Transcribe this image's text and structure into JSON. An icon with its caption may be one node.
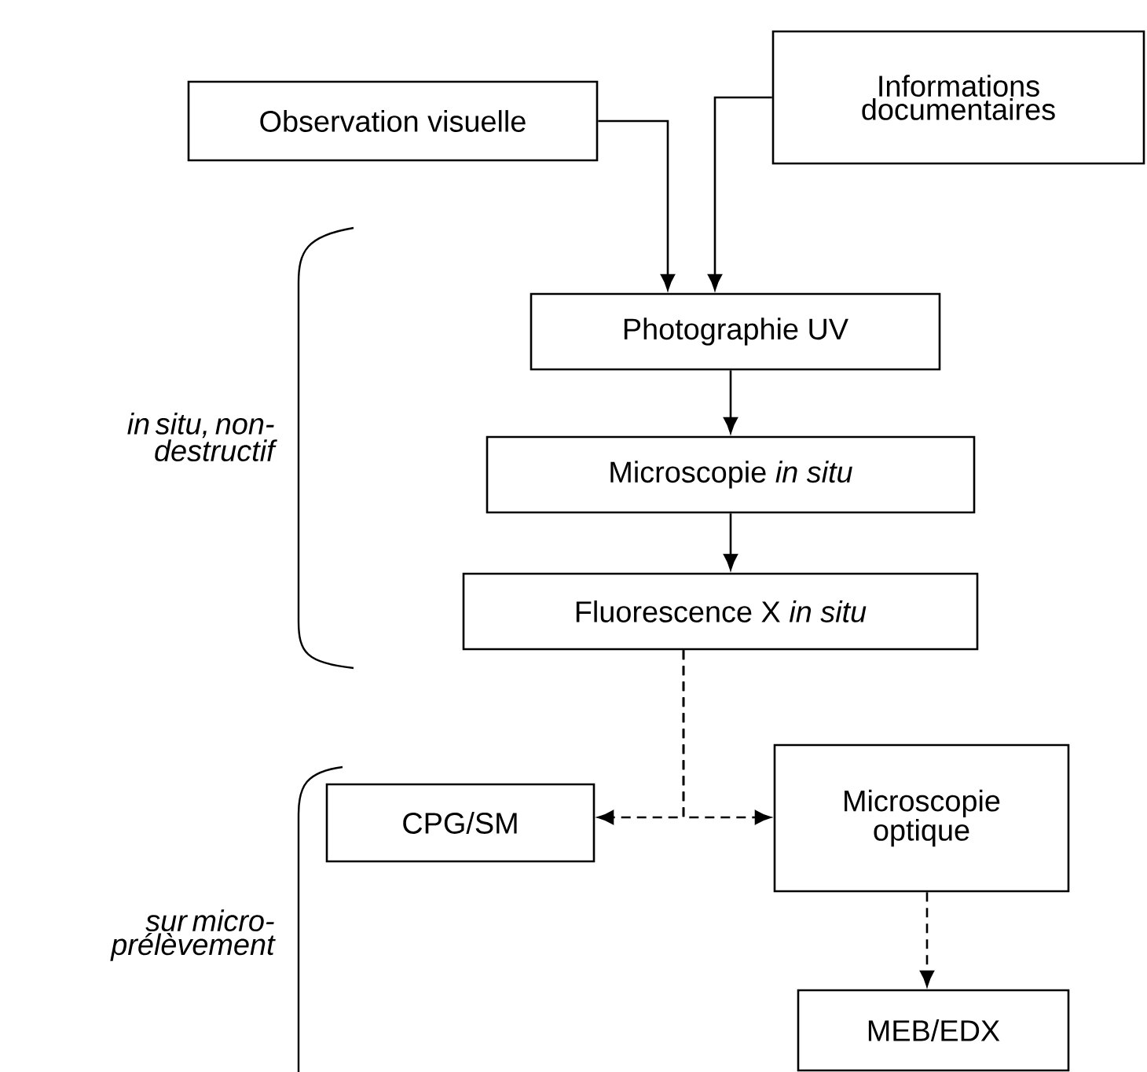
{
  "diagram": {
    "nodes": [
      {
        "text": [
          "Observation visuelle"
        ]
      },
      {
        "text": [
          "Informations documentaires"
        ]
      },
      {
        "text": [
          "Photographie UV"
        ]
      },
      {
        "text": [
          "Microscopie *in situ*"
        ]
      },
      {
        "text": [
          "Fluorescence X *in situ*"
        ]
      },
      {
        "text": [
          "CPG/SM"
        ]
      },
      {
        "text": [
          "Microscopie optique"
        ]
      },
      {
        "text": [
          "MEB/EDX"
        ]
      }
    ],
    "edges": [
      {
        "from": 0,
        "to": 2,
        "arrow": "to"
      },
      {
        "from": 1,
        "to": 2,
        "arrow": "to"
      },
      {
        "from": 2,
        "to": 3,
        "arrow": "to"
      },
      {
        "from": 3,
        "to": 4,
        "arrow": "to"
      },
      {
        "from": 4,
        "to": 5,
        "arrow": "to",
        "style": "dashed"
      },
      {
        "from": 4,
        "to": 6,
        "arrow": "to",
        "style": "dashed"
      },
      {
        "from": 6,
        "to": 7,
        "arrow": "to",
        "style": "dashed"
      }
    ],
    "labels": [
      "in situ, non-destructif",
      "sur micro-prélèvement"
    ]
  }
}
